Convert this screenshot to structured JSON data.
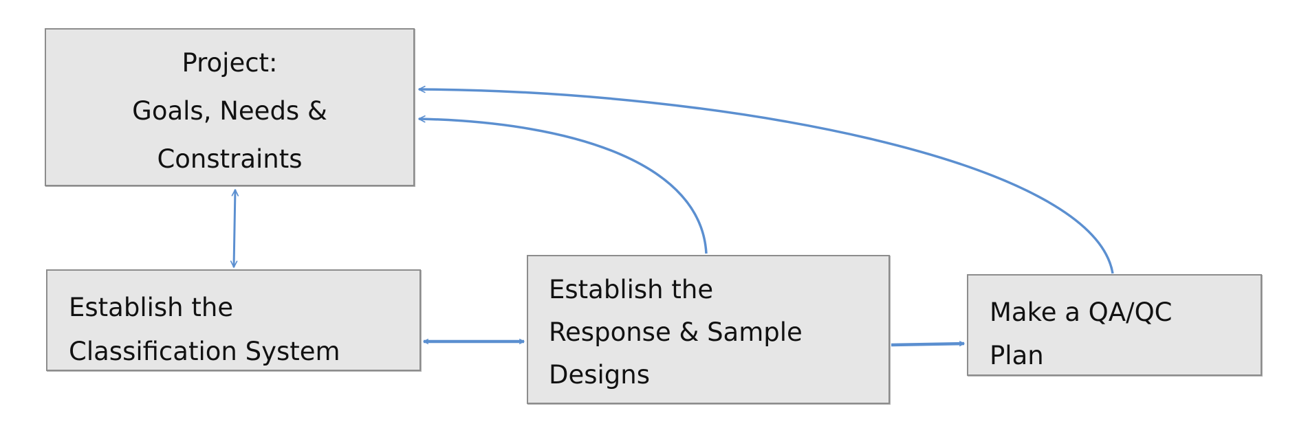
{
  "diagram": {
    "type": "flowchart",
    "colors": {
      "box_fill": "#e6e6e6",
      "box_border": "#8c8c8c",
      "arrow": "#5b8fd0",
      "text": "#111111"
    },
    "nodes": [
      {
        "id": "project",
        "lines": [
          "Project:",
          "Goals, Needs &",
          "Constraints"
        ],
        "align": "center"
      },
      {
        "id": "classification",
        "lines": [
          "Establish the",
          "Classification System"
        ],
        "align": "left"
      },
      {
        "id": "response",
        "lines": [
          "Establish the",
          "Response & Sample",
          "Designs"
        ],
        "align": "left"
      },
      {
        "id": "qaqc",
        "lines": [
          "Make a QA/QC",
          "Plan"
        ],
        "align": "left"
      }
    ],
    "edges": [
      {
        "from": "project",
        "to": "classification",
        "direction": "bidirectional"
      },
      {
        "from": "classification",
        "to": "response",
        "direction": "bidirectional"
      },
      {
        "from": "response",
        "to": "qaqc",
        "direction": "forward"
      },
      {
        "from": "response",
        "to": "project",
        "direction": "forward",
        "style": "curved"
      },
      {
        "from": "qaqc",
        "to": "project",
        "direction": "forward",
        "style": "curved"
      }
    ]
  }
}
